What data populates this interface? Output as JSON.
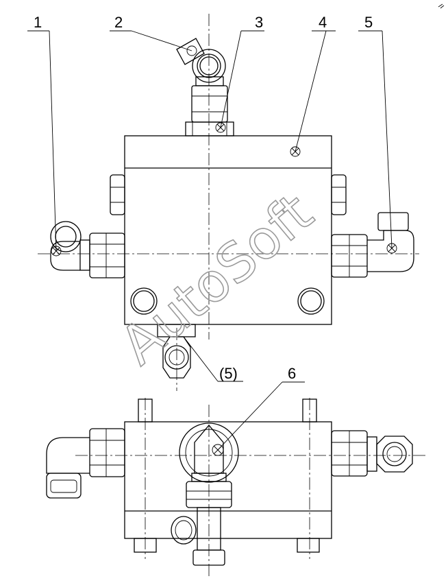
{
  "labels": {
    "l1": "1",
    "l2": "2",
    "l3": "3",
    "l4": "4",
    "l5": "5",
    "l5b": "(5)",
    "l6": "6"
  },
  "watermark": "AutoSoft",
  "colors": {
    "line": "#000000",
    "watermark": "#9a9a9a",
    "background": "#ffffff"
  }
}
